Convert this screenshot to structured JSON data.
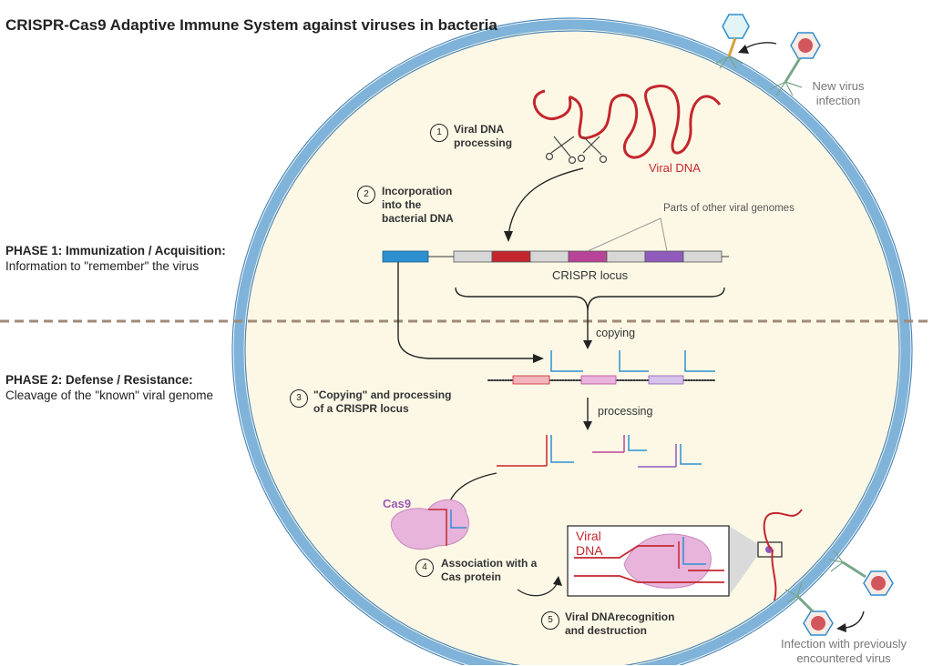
{
  "title": "CRISPR-Cas9 Adaptive Immune System against viruses in bacteria",
  "phase1": {
    "title": "PHASE 1: Immunization / Acquisition:",
    "desc": "Information to \"remember\" the virus"
  },
  "phase2": {
    "title": "PHASE 2: Defense / Resistance:",
    "desc": "Cleavage of the \"known\" viral genome"
  },
  "steps": [
    {
      "num": "1",
      "label_line1": "Viral DNA",
      "label_line2": "processing"
    },
    {
      "num": "2",
      "label_line1": "Incorporation",
      "label_line2": "into the",
      "label_line3": "bacterial DNA"
    },
    {
      "num": "3",
      "label_line1": "\"Copying\"  and  processing",
      "label_line2": "of a CRISPR locus"
    },
    {
      "num": "4",
      "label_line1": "Association with a",
      "label_line2": "Cas protein"
    },
    {
      "num": "5",
      "label_line1": "Viral DNArecognition",
      "label_line2": "and destruction"
    }
  ],
  "labels": {
    "viral_dna": "Viral DNA",
    "other_genomes": "Parts of other viral genomes",
    "crispr_locus": "CRISPR locus",
    "copying": "copying",
    "processing": "processing",
    "cas9": "Cas9",
    "inset_viral": "Viral",
    "inset_dna": "DNA",
    "new_virus_line1": "New virus",
    "new_virus_line2": "infection",
    "prev_virus_line1": "Infection with previously",
    "prev_virus_line2": "encountered virus"
  },
  "colors": {
    "membrane": "#7fb3d9",
    "cytoplasm": "#fdf8e6",
    "viral_red": "#c4262e",
    "spacer_magenta": "#b8449a",
    "spacer_purple": "#8e5bbd",
    "repeat_blue": "#2d8fd0",
    "cas9_pink": "#e8b4dc",
    "phase_divider": "#a08a78"
  }
}
